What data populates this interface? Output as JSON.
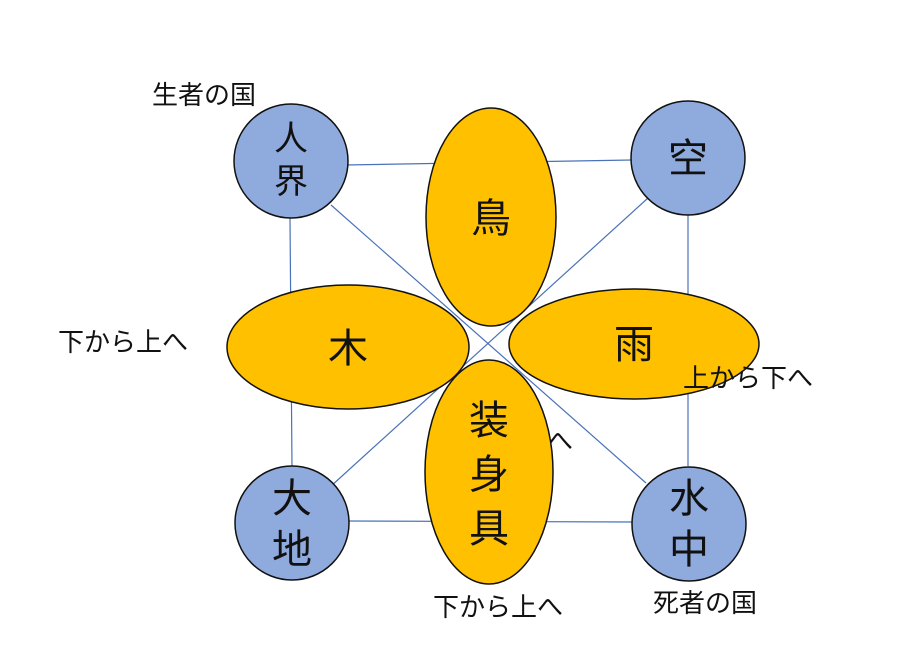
{
  "colors": {
    "circle_fill": "#8FAADC",
    "ellipse_fill": "#FFC000",
    "line": "#4A72B8",
    "stroke": "#111111"
  },
  "labels": {
    "land_of_living": "生者の国",
    "land_of_dead": "死者の国",
    "left_dir": "下から上へ",
    "right_dir": "上から下へ",
    "bottom_dir": "下から上へ",
    "partial_hidden": "へ"
  },
  "nodes": {
    "human_realm": [
      "人",
      "界"
    ],
    "sky": "空",
    "earth": [
      "大",
      "地"
    ],
    "underwater": [
      "水",
      "中"
    ]
  },
  "petals": {
    "bird": "鳥",
    "tree": "木",
    "rain": "雨",
    "ornament": [
      "装",
      "身",
      "具"
    ]
  }
}
